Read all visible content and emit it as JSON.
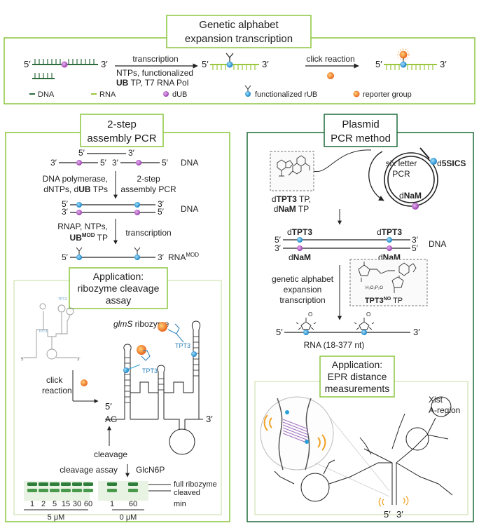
{
  "top_panel": {
    "title_line1": "Genetic alphabet",
    "title_line2": "expansion transcription",
    "five_prime": "5′",
    "three_prime": "3′",
    "arrow1_top": "transcription",
    "arrow1_bottom1": "NTPs, functionalized",
    "arrow1_bottom2_bold": "UB",
    "arrow1_bottom2_rest": " TP, T7 RNA Pol",
    "arrow2_top": "click reaction",
    "legend": [
      {
        "label": "DNA",
        "color": "#2e6b3a"
      },
      {
        "label": "RNA",
        "color": "#9ac63b"
      },
      {
        "label": "dUB",
        "color": "#b05cc0"
      },
      {
        "label": "functionalized rUB",
        "color": "#2b9fd8"
      },
      {
        "label": "reporter group",
        "color": "#f07d23"
      }
    ]
  },
  "left_panel": {
    "title_line1": "2-step",
    "title_line2": "assembly PCR",
    "dna": "DNA",
    "step1_left1": "DNA polymerase,",
    "step1_left2": "dNTPs, d",
    "step1_left2_bold": "UB",
    "step1_left2_end": " TPs",
    "step1_right1": "2-step",
    "step1_right2": "assembly PCR",
    "step2_left1": "RNAP, NTPs,",
    "step2_left2_bold": "UB",
    "step2_left2_sup": "MOD",
    "step2_left2_end": " TP",
    "step2_right": "transcription",
    "rna_mod": "RNA",
    "rna_mod_sup": "MOD",
    "app_title1": "Application:",
    "app_title2": "ribozyme cleavage",
    "app_title3": "assay",
    "tpt3_small": "TPT3",
    "glms": "glmS",
    "ribozyme": " ribozyme",
    "tpt3_label": "TPT3",
    "click1": "click",
    "click2": "reaction",
    "ag": "AG",
    "cleavage": "cleavage",
    "cleavage_assay": "cleavage assay",
    "glcn6p": "GlcN6P",
    "full_ribozyme": "full ribozyme",
    "cleaved": "cleaved",
    "lanes_5": [
      "1",
      "2",
      "5",
      "15",
      "30",
      "60"
    ],
    "lanes_0": [
      "1",
      "60"
    ],
    "min": "min",
    "conc_5": "5 μM",
    "conc_0": "0 μM"
  },
  "right_panel": {
    "title_line1": "Plasmid",
    "title_line2": "PCR method",
    "six_letter1": "six letter",
    "six_letter2": "PCR",
    "d5sics_d": "d",
    "d5sics_b": "5SICS",
    "dnam_d": "d",
    "dnam_b": "NaM",
    "tp_line1_d": "d",
    "tp_line1_b": "TPT3",
    "tp_line1_e": " TP,",
    "tp_line2_d": "d",
    "tp_line2_b": "NaM",
    "tp_line2_e": " TP",
    "dtpt3_d": "d",
    "dtpt3_b": "TPT3",
    "dna": "DNA",
    "gae1": "genetic alphabet",
    "gae2": "expansion",
    "gae3": "transcription",
    "tpt3no_b": "TPT3",
    "tpt3no_sup": "NO",
    "tpt3no_end": " TP",
    "rna_len": "RNA (18-377 nt)",
    "app_title1": "Application:",
    "app_title2": "EPR distance",
    "app_title3": "measurements",
    "xist1": "Xist",
    "xist2": "A-region"
  },
  "colors": {
    "light_green": "#8cc63f",
    "dark_green": "#1f6b3a",
    "purple": "#b05cc0",
    "blue": "#2b9fd8",
    "orange": "#f07d23"
  }
}
